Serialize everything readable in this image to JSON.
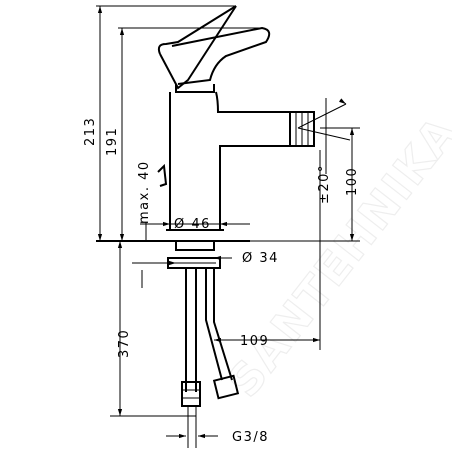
{
  "dimensions": {
    "total_height": "213",
    "spout_height": "191",
    "max_deck": "max. 40",
    "base_diameter": "Ø 46",
    "hole_diameter": "Ø 34",
    "nozzle_height": "100",
    "swivel_angle": "±20°",
    "hose_length": "370",
    "projection": "109",
    "thread": "G3/8"
  },
  "watermark": "SANTEHNIKA",
  "colors": {
    "line": "#000000",
    "watermark": "#eeeeee"
  }
}
